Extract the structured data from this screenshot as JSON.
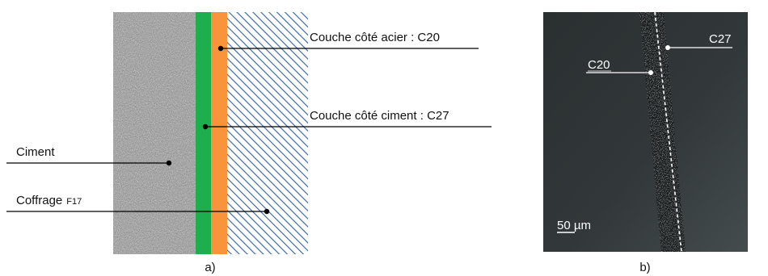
{
  "panel_a": {
    "label": "a)",
    "layers": {
      "steel_side_layer": {
        "label": "Couche côté acier : C20",
        "color": "#f7943c"
      },
      "cement_side_layer": {
        "label": "Couche côté ciment : C27",
        "color": "#1fae4e"
      },
      "cement": {
        "label": "Ciment"
      },
      "formwork": {
        "label": "Coffrage",
        "suffix": "F17",
        "hatch_color": "#3f6aa8"
      }
    }
  },
  "panel_b": {
    "label": "b)",
    "annotations": {
      "c20": "C20",
      "c27": "C27"
    },
    "scale_bar": {
      "value": "50",
      "unit": " µm"
    }
  }
}
